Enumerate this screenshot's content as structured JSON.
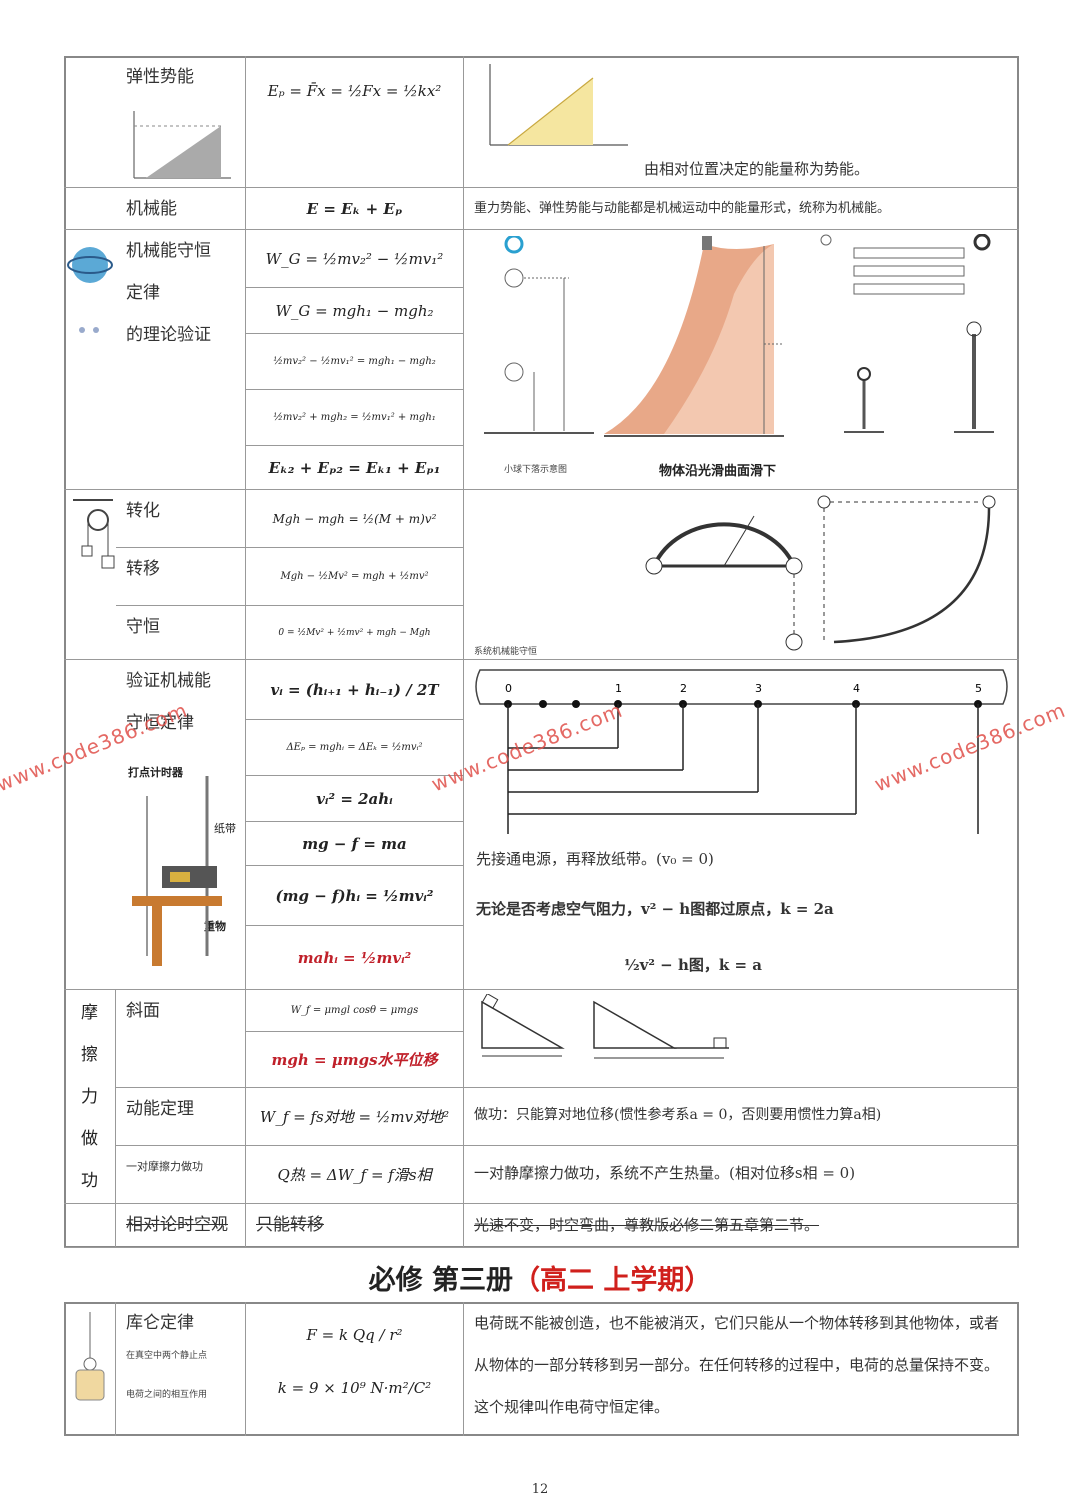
{
  "rows": {
    "elastic": {
      "label": "弹性势能",
      "formula": "Eₚ = F̄x = ½Fx = ½kx²",
      "desc": "由相对位置决定的能量称为势能。"
    },
    "mech": {
      "label": "机械能",
      "formula": "E = Eₖ + Eₚ",
      "desc": "重力势能、弹性势能与动能都是机械运动中的能量形式，统称为机械能。"
    },
    "conservation": {
      "label_lines": [
        "机械能守恒",
        "定律",
        "的理论验证"
      ],
      "formulas": [
        "W_G = ½mv₂² − ½mv₁²",
        "W_G = mgh₁ − mgh₂",
        "½mv₂² − ½mv₁² = mgh₁ − mgh₂",
        "½mv₂² + mgh₂ = ½mv₁² + mgh₁",
        "Eₖ₂ + Eₚ₂ = Eₖ₁ + Eₚ₁"
      ],
      "caption1": "小球下落示意图",
      "caption2": "物体沿光滑曲面滑下"
    },
    "system": {
      "labels": [
        "转化",
        "转移",
        "守恒"
      ],
      "formulas": [
        "Mgh − mgh = ½(M + m)v²",
        "Mgh − ½Mv² = mgh + ½mv²",
        "0 = ½Mv² + ½mv² + mgh − Mgh"
      ],
      "caption": "系统机械能守恒"
    },
    "verify": {
      "label_lines": [
        "验证机械能",
        "守恒定律"
      ],
      "device_label": "打点计时器",
      "tape_label": "纸带",
      "weight_label": "重物",
      "formulas": [
        "vᵢ = (hᵢ₊₁ + hᵢ₋₁) / 2T",
        "ΔEₚ = mghᵢ = ΔEₖ = ½mvᵢ²",
        "vᵢ² = 2ahᵢ",
        "mg − f = ma",
        "(mg − f)hᵢ = ½mvᵢ²",
        "mahᵢ = ½mvᵢ²"
      ],
      "tape_ticks": [
        "0",
        "1",
        "2",
        "3",
        "4",
        "5"
      ],
      "notes": [
        "先接通电源，再释放纸带。(v₀ = 0)",
        "无论是否考虑空气阻力，v² − h图都过原点，k = 2a",
        "½v² − h图，k = a"
      ]
    },
    "friction": {
      "side_label": [
        "摩",
        "擦",
        "力",
        "做",
        "功"
      ],
      "incline": {
        "label": "斜面",
        "formulas": [
          "W_f = μmgl cosθ = μmgs",
          "mgh = μmgs水平位移"
        ]
      },
      "kinetic": {
        "label": "动能定理",
        "formula": "W_f = fs对地 = ½mv对地²",
        "desc": "做功：只能算对地位移(惯性参考系a = 0，否则要用惯性力算a相)"
      },
      "pair": {
        "label": "一对摩擦力做功",
        "formula": "Q热 = ΔW_f = f滑s相",
        "desc": "一对静摩擦力做功，系统不产生热量。(相对位移s相 = 0)"
      }
    },
    "relativity": {
      "label": "相对论时空观",
      "formula": "只能转移",
      "desc": "光速不变，时空弯曲，尊教版必修二第五章第二节。"
    }
  },
  "section_title": {
    "prefix": "必修  第三册",
    "highlight": "（高二  上学期）"
  },
  "coulomb": {
    "label": "库仑定律",
    "sub1": "在真空中两个静止点",
    "sub2": "电荷之间的相互作用",
    "formulas": [
      "F = k Qq / r²",
      "k = 9 × 10⁹ N·m²/C²"
    ],
    "desc": "电荷既不能被创造，也不能被消灭，它们只能从一个物体转移到其他物体，或者从物体的一部分转移到另一部分。在任何转移的过程中，电荷的总量保持不变。这个规律叫作电荷守恒定律。"
  },
  "watermark": "www.code386.com",
  "page_number": "12"
}
